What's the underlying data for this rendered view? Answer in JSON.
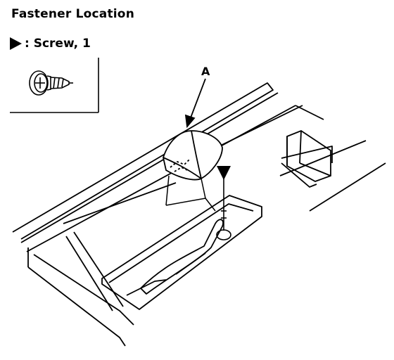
{
  "header": {
    "title": "Fastener Location"
  },
  "legend": {
    "marker_icon": "filled-triangle-icon",
    "text": ": Screw, 1"
  },
  "diagram": {
    "callout_label": "A",
    "fastener_icon": "screw-icon",
    "install_marker_icon": "down-triangle-icon"
  }
}
